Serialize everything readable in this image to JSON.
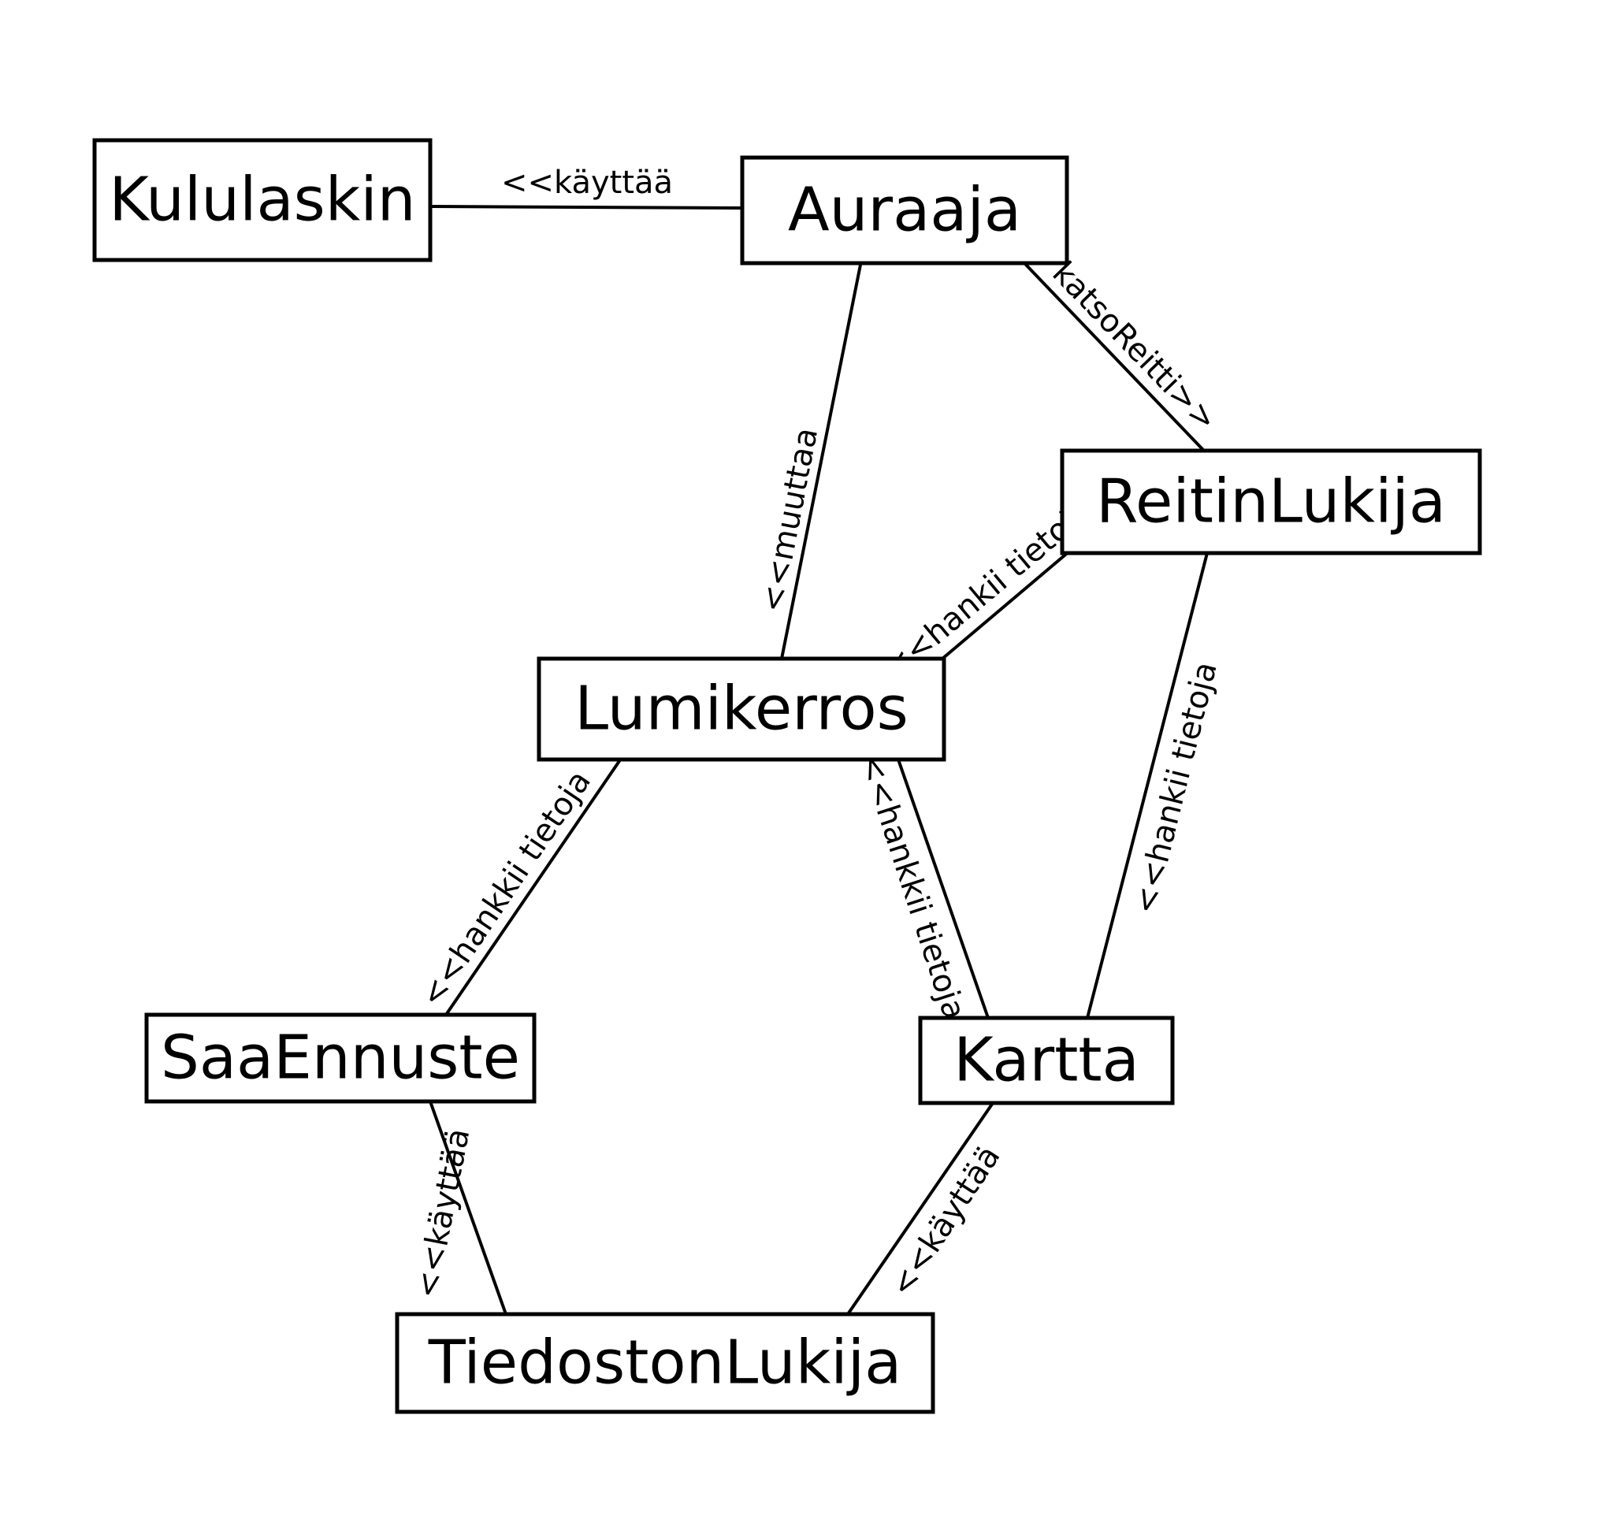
{
  "diagram": {
    "nodes": [
      {
        "id": "kululaskin",
        "label": "Kululaskin"
      },
      {
        "id": "auraaja",
        "label": "Auraaja"
      },
      {
        "id": "reitinlukija",
        "label": "ReitinLukija"
      },
      {
        "id": "lumikerros",
        "label": "Lumikerros"
      },
      {
        "id": "saaennuste",
        "label": "SaaEnnuste"
      },
      {
        "id": "kartta",
        "label": "Kartta"
      },
      {
        "id": "tiedostonlukija",
        "label": "TiedostonLukija"
      }
    ],
    "edges": [
      {
        "id": "auraaja-kululaskin",
        "from": "auraaja",
        "to": "kululaskin",
        "label": "<<käyttää"
      },
      {
        "id": "auraaja-reitinlukija",
        "from": "auraaja",
        "to": "reitinlukija",
        "label": "katsoReitti>>"
      },
      {
        "id": "auraaja-lumikerros",
        "from": "auraaja",
        "to": "lumikerros",
        "label": "<<muuttaa"
      },
      {
        "id": "reitinlukija-lumikerros",
        "from": "reitinlukija",
        "to": "lumikerros",
        "label": "<<hankii tietoja"
      },
      {
        "id": "reitinlukija-kartta",
        "from": "reitinlukija",
        "to": "kartta",
        "label": "<<hankii tietoja"
      },
      {
        "id": "lumikerros-saaennuste",
        "from": "lumikerros",
        "to": "saaennuste",
        "label": "<<hankkii tietoja"
      },
      {
        "id": "lumikerros-kartta",
        "from": "lumikerros",
        "to": "kartta",
        "label": "<<hankkii tietoja"
      },
      {
        "id": "saaennuste-tiedostonlukija",
        "from": "saaennuste",
        "to": "tiedostonlukija",
        "label": "<<käyttää"
      },
      {
        "id": "kartta-tiedostonlukija",
        "from": "kartta",
        "to": "tiedostonlukija",
        "label": "<<käyttää"
      }
    ]
  }
}
